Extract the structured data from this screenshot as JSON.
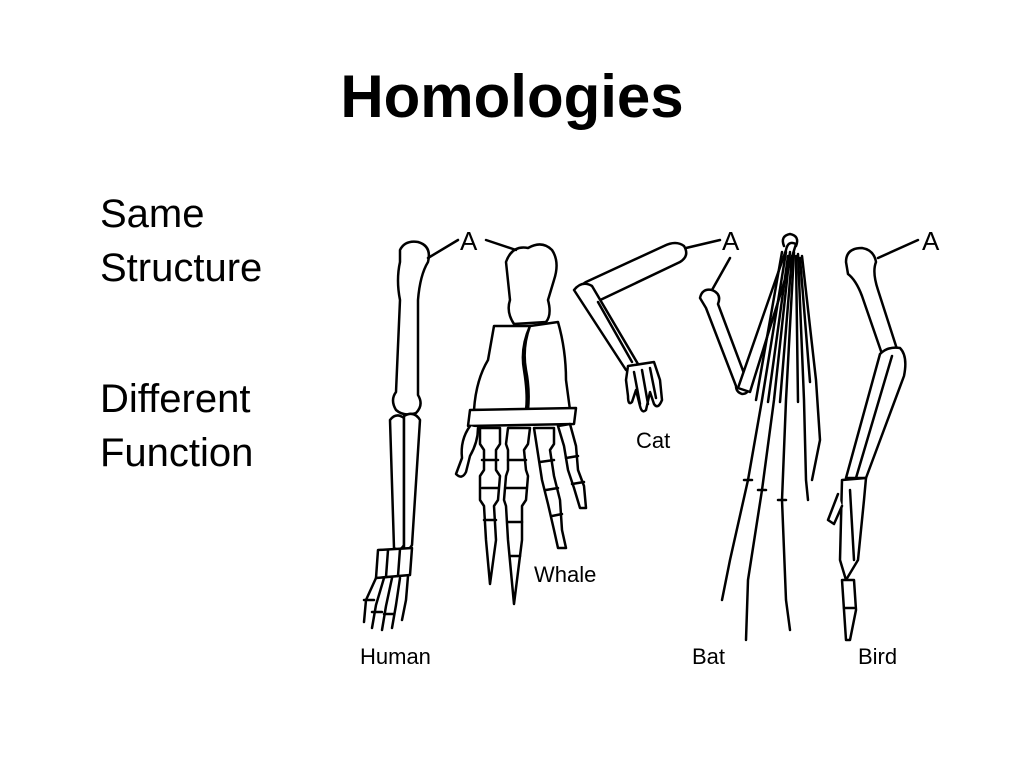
{
  "slide": {
    "title": "Homologies",
    "text_blocks": [
      {
        "lines": [
          "Same",
          "Structure"
        ]
      },
      {
        "lines": [
          "Different",
          "Function"
        ]
      }
    ]
  },
  "figure": {
    "bone_label": "A",
    "animals": [
      "Human",
      "Whale",
      "Cat",
      "Bat",
      "Bird"
    ]
  }
}
